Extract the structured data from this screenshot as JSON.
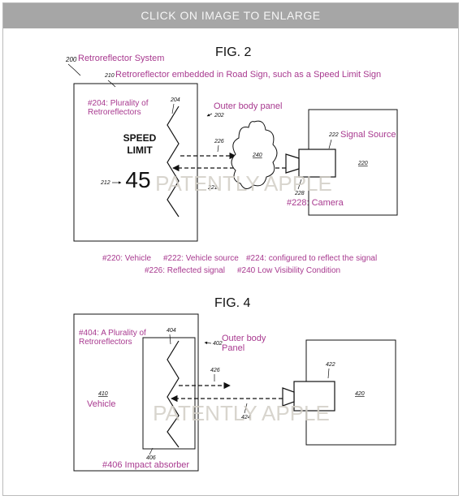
{
  "banner": "CLICK ON IMAGE TO ENLARGE",
  "fig2": {
    "title": "FIG. 2",
    "system_ref": "200",
    "system_label": "Retroreflector System",
    "sign_ref": "210",
    "sign_label": "Retroreflector embedded in Road Sign, such as a Speed Limit Sign",
    "retro_label_1": "#204: Plurality of",
    "retro_label_2": "Retroreflectors",
    "ref_204": "204",
    "outer_panel_label": "Outer body panel",
    "ref_202": "202",
    "speed_1": "SPEED",
    "speed_2": "LIMIT",
    "speed_value": "45",
    "ref_212": "212",
    "ref_226": "226",
    "ref_240": "240",
    "ref_221": "221",
    "ref_222": "222",
    "signal_source_label": "Signal Source",
    "ref_220": "220",
    "ref_228": "228",
    "camera_label": "#228: Camera",
    "legend_line_1": [
      "#220: Vehicle",
      "#222: Vehicle source",
      "#224: configured to reflect the signal"
    ],
    "legend_line_2": [
      "#226: Reflected signal",
      "#240 Low Visibility Condition"
    ]
  },
  "fig4": {
    "title": "FIG. 4",
    "retro_label_1": "#404: A Plurality of",
    "retro_label_2": "Retroreflectors",
    "ref_404": "404",
    "ref_402": "402",
    "outer_panel_1": "Outer body",
    "outer_panel_2": "Panel",
    "ref_410": "410",
    "vehicle_label": "Vehicle",
    "ref_426": "426",
    "ref_424": "424",
    "ref_422": "422",
    "ref_420": "420",
    "ref_406": "406",
    "impact_label": "#406 Impact absorber"
  },
  "watermark": "PATENTLY APPLE",
  "colors": {
    "annotation": "#a8398f",
    "banner": "#a6a6a6",
    "watermark": "#d2cec6"
  }
}
